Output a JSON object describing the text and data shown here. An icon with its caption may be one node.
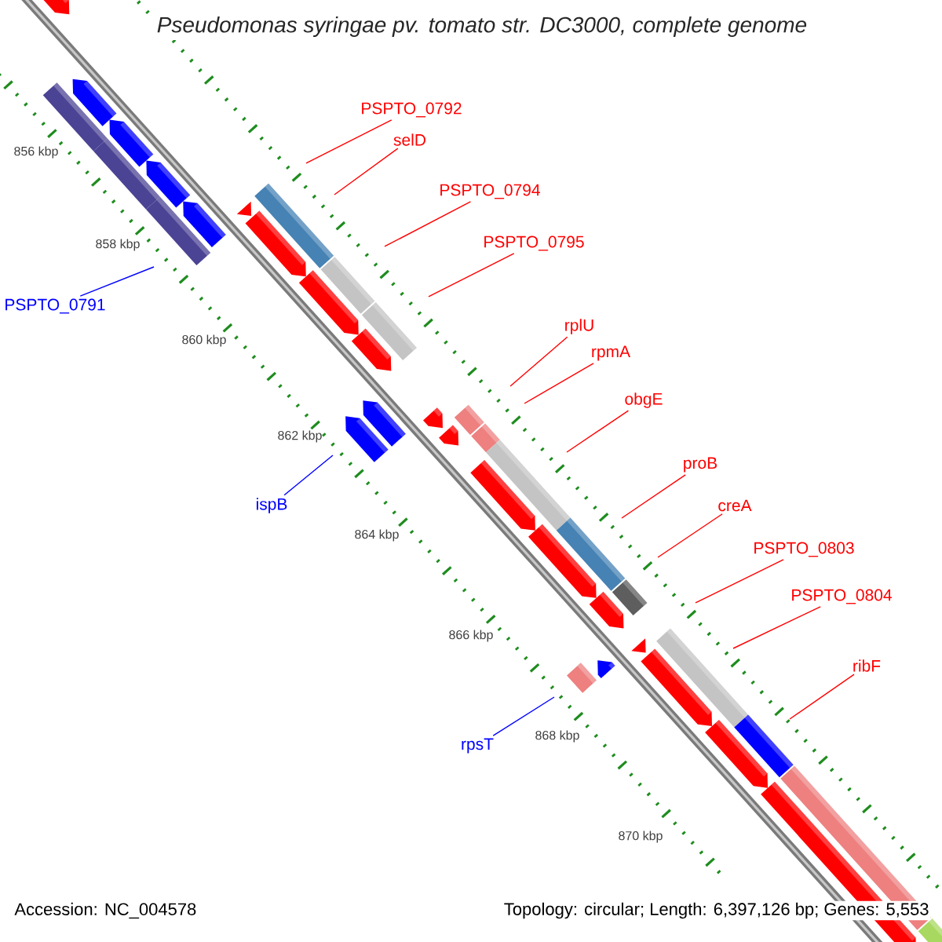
{
  "diagram": {
    "title": "Pseudomonas syringae pv. tomato str. DC3000, complete genome",
    "nodes": [
      {
        "text": [
          "PSPTO_0792"
        ]
      },
      {
        "text": [
          "selD"
        ]
      },
      {
        "text": [
          "PSPTO_0794"
        ]
      },
      {
        "text": [
          "PSPTO_0795"
        ]
      },
      {
        "text": [
          "PSPTO_0791"
        ]
      },
      {
        "text": [
          "rplU"
        ]
      },
      {
        "text": [
          "rpmA"
        ]
      },
      {
        "text": [
          "obgE"
        ]
      },
      {
        "text": [
          "proB"
        ]
      },
      {
        "text": [
          "ispB"
        ]
      },
      {
        "text": [
          "creA"
        ]
      },
      {
        "text": [
          "PSPTO_0803"
        ]
      },
      {
        "text": [
          "PSPTO_0804"
        ]
      },
      {
        "text": [
          "ribF"
        ]
      },
      {
        "text": [
          "rpsT"
        ]
      }
    ],
    "edges": [
      {
        "from": 0,
        "to": null,
        "arrow": "none"
      },
      {
        "from": 1,
        "to": null,
        "arrow": "none"
      },
      {
        "from": 2,
        "to": null,
        "arrow": "none"
      },
      {
        "from": 3,
        "to": null,
        "arrow": "none"
      },
      {
        "from": 4,
        "to": null,
        "arrow": "none",
        "color": "#0000ff"
      },
      {
        "from": 5,
        "to": null,
        "arrow": "none"
      },
      {
        "from": 6,
        "to": null,
        "arrow": "none"
      },
      {
        "from": 7,
        "to": null,
        "arrow": "none"
      },
      {
        "from": 8,
        "to": null,
        "arrow": "none"
      },
      {
        "from": 9,
        "to": null,
        "arrow": "none",
        "color": "#0000ff"
      },
      {
        "from": 10,
        "to": null,
        "arrow": "none"
      },
      {
        "from": 11,
        "to": null,
        "arrow": "none"
      },
      {
        "from": 12,
        "to": null,
        "arrow": "none"
      },
      {
        "from": 13,
        "to": null,
        "arrow": "none"
      },
      {
        "from": 14,
        "to": null,
        "arrow": "none",
        "color": "#0000ff"
      }
    ],
    "labels": [
      "856 kbp",
      "858 kbp",
      "860 kbp",
      "862 kbp",
      "864 kbp",
      "866 kbp",
      "868 kbp",
      "870 kbp",
      "Accession: NC_004578",
      "Topology: circular; Length: 6,397,126 bp; Genes: 5,553"
    ]
  }
}
